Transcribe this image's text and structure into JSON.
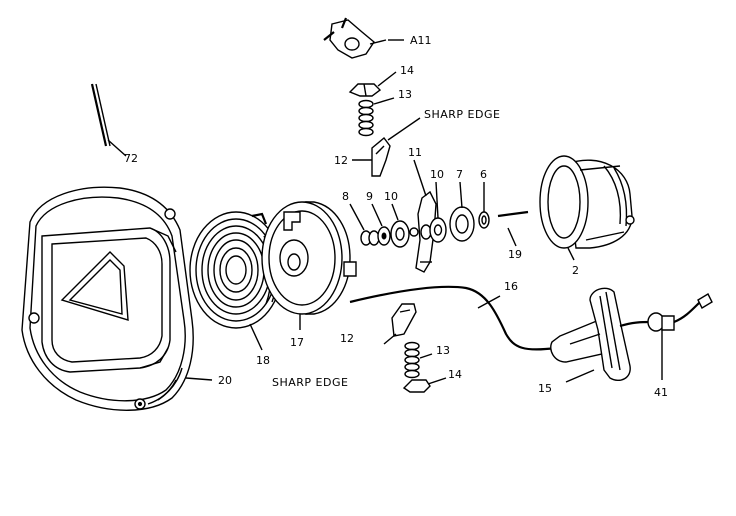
{
  "labels": {
    "a11": "A11",
    "p14_top": "14",
    "p13_top": "13",
    "sharp_edge_top": "SHARP EDGE",
    "p12_top": "12",
    "p11": "11",
    "p8": "8",
    "p9": "9",
    "p10_left": "10",
    "p10_right": "10",
    "p7": "7",
    "p6": "6",
    "p19": "19",
    "p2": "2",
    "p72": "72",
    "p16": "16",
    "p12_bottom": "12",
    "p13_bottom": "13",
    "p14_bottom": "14",
    "sharp_edge_bottom": "SHARP EDGE",
    "p15": "15",
    "p41": "41",
    "p17": "17",
    "p18": "18",
    "p20": "20"
  }
}
